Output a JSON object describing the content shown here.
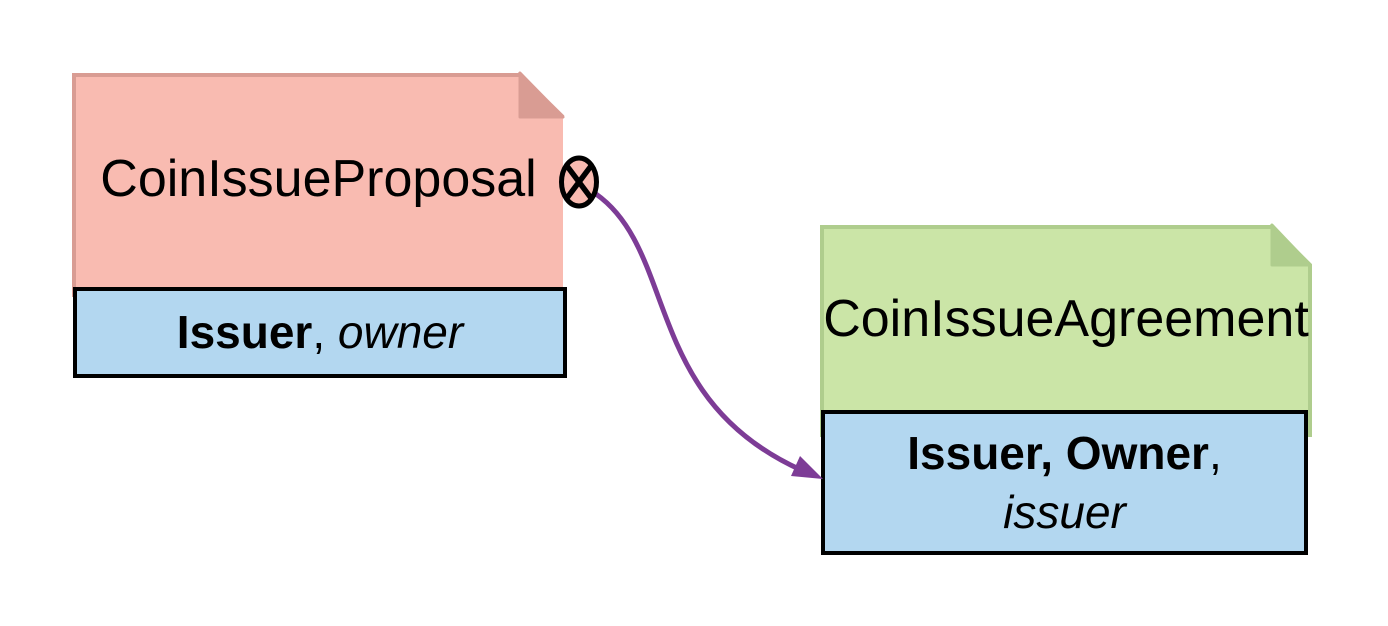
{
  "background": "#ffffff",
  "colors": {
    "left_fill": "#F9BBB1",
    "left_border": "#D99C93",
    "right_fill": "#CBE5A7",
    "right_border": "#AFCD8D",
    "party_bar_fill": "#B3D7F0",
    "party_bar_border": "#000000",
    "arrow": "#7D3C96",
    "icon_stroke": "#000000",
    "text": "#000000"
  },
  "left_note": {
    "title": "CoinIssueProposal",
    "signatory_bold": "Issuer",
    "separator": ", ",
    "party_italic": "owner"
  },
  "right_note": {
    "title": "CoinIssueAgreement",
    "signatory_bold": "Issuer, Owner",
    "separator": ",",
    "party_italic": "issuer"
  },
  "edge": {
    "from": "CoinIssueProposal",
    "to": "CoinIssueAgreement",
    "marker": "circled-cross"
  }
}
